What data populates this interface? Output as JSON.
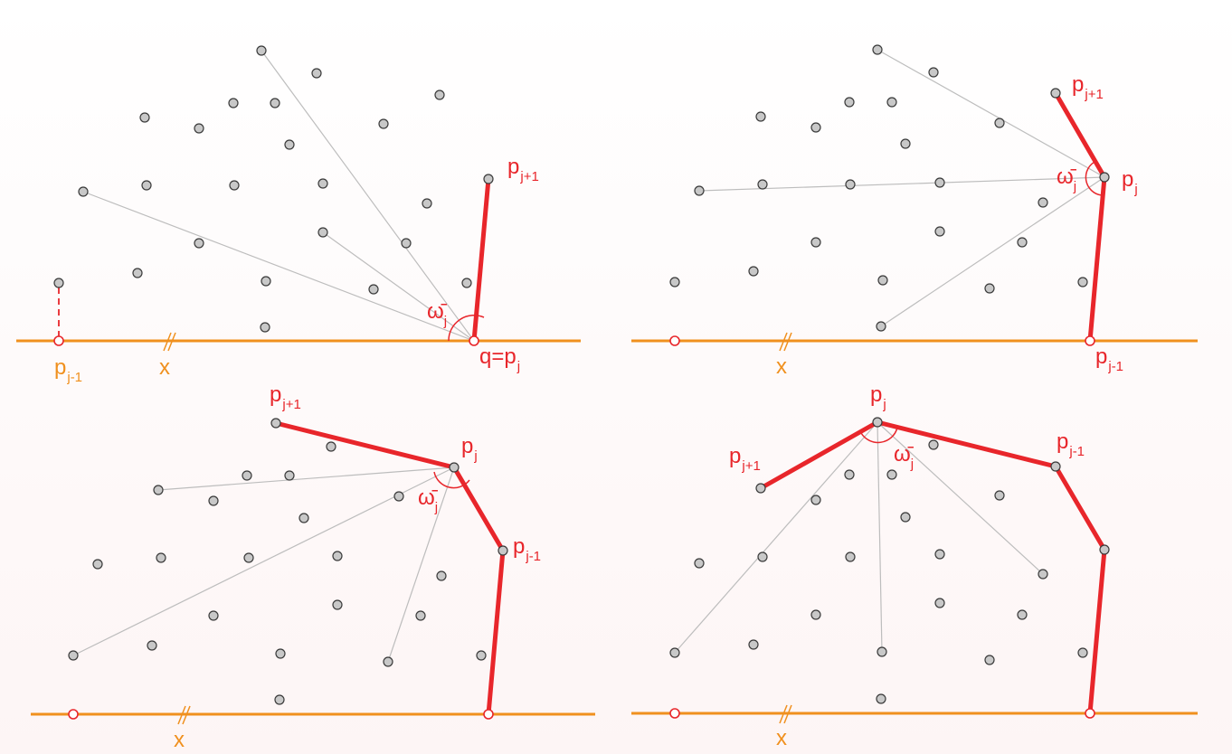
{
  "colors": {
    "hull": "#e8262b",
    "baseline": "#f0901e",
    "ray": "#bdbdbd",
    "point_fill": "#c8c8c8",
    "point_stroke": "#3a3a3a",
    "background_top": "#ffffff",
    "background_bottom": "#fdf5f5"
  },
  "panels": [
    {
      "labels": {
        "p_next": {
          "base": "p",
          "sub": "j+1"
        },
        "angle": {
          "base": "ω̄",
          "sub": "j"
        },
        "q": {
          "base": "q=p",
          "sub": "j"
        },
        "p_prev": {
          "base": "p",
          "sub": "j-1"
        },
        "axis": "x"
      }
    },
    {
      "labels": {
        "p_next": {
          "base": "p",
          "sub": "j+1"
        },
        "angle": {
          "base": "ω̄",
          "sub": "j"
        },
        "p_cur": {
          "base": "p",
          "sub": "j"
        },
        "p_prev": {
          "base": "p",
          "sub": "j-1"
        },
        "axis": "x"
      }
    },
    {
      "labels": {
        "p_next": {
          "base": "p",
          "sub": "j+1"
        },
        "p_cur": {
          "base": "p",
          "sub": "j"
        },
        "angle": {
          "base": "ω̄",
          "sub": "j"
        },
        "p_prev": {
          "base": "p",
          "sub": "j-1"
        },
        "axis": "x"
      }
    },
    {
      "labels": {
        "p_cur": {
          "base": "p",
          "sub": "j"
        },
        "p_next": {
          "base": "p",
          "sub": "j+1"
        },
        "angle": {
          "base": "ω̄",
          "sub": "j"
        },
        "p_prev": {
          "base": "p",
          "sub": "j-1"
        },
        "axis": "x"
      }
    }
  ]
}
